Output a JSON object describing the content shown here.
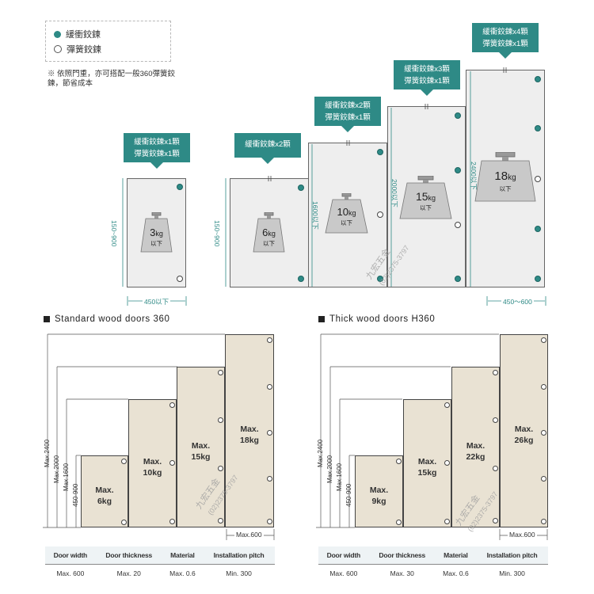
{
  "legend": {
    "soft_hinge": "緩衝鉸鍊",
    "spring_hinge": "彈簧鉸鍊",
    "note": "※ 依照門重，亦可搭配一般360彈簧鉸鍊，節省成本"
  },
  "top": {
    "doors": [
      {
        "callout_line1": "緩衝鉸鍊x1顆",
        "callout_line2": "彈簧鉸鍊x1顆",
        "weight": "3",
        "unit": "kg",
        "below": "以下"
      },
      {
        "callout_line1": "緩衝鉸鍊x2顆",
        "callout_line2": "",
        "weight": "6",
        "unit": "kg",
        "below": "以下"
      },
      {
        "callout_line1": "緩衝鉸鍊x2顆",
        "callout_line2": "彈簧鉸鍊x1顆",
        "weight": "10",
        "unit": "kg",
        "below": "以下"
      },
      {
        "callout_line1": "緩衝鉸鍊x3顆",
        "callout_line2": "彈簧鉸鍊x1顆",
        "weight": "15",
        "unit": "kg",
        "below": "以下"
      },
      {
        "callout_line1": "緩衝鉸鍊x4顆",
        "callout_line2": "彈簧鉸鍊x1顆",
        "weight": "18",
        "unit": "kg",
        "below": "以下"
      }
    ],
    "heights": [
      "150~900",
      "150~900",
      "1600以下",
      "2000以下",
      "2400以下"
    ],
    "width_left": "450以下",
    "width_right": "450～600"
  },
  "watermark": {
    "name": "九宏五金",
    "phone": "(02)2375-3797"
  },
  "standard": {
    "title": "Standard wood doors 360",
    "rulers": [
      "Max.2400",
      "Max.2000",
      "Max.1600",
      "450-900"
    ],
    "panels": [
      {
        "max": "Max.",
        "weight": "6kg"
      },
      {
        "max": "Max.",
        "weight": "10kg"
      },
      {
        "max": "Max.",
        "weight": "15kg"
      },
      {
        "max": "Max.",
        "weight": "18kg"
      }
    ],
    "width_label": "Max.600",
    "table": {
      "headers": [
        "Door width",
        "Door thickness",
        "Material",
        "Installation pitch"
      ],
      "values": [
        "Max. 600",
        "Max. 20",
        "Max. 0.6",
        "Min. 300"
      ]
    }
  },
  "thick": {
    "title": "Thick wood doors H360",
    "rulers": [
      "Max.2400",
      "Max.2000",
      "Max.1600",
      "450-900"
    ],
    "panels": [
      {
        "max": "Max.",
        "weight": "9kg"
      },
      {
        "max": "Max.",
        "weight": "15kg"
      },
      {
        "max": "Max.",
        "weight": "22kg"
      },
      {
        "max": "Max.",
        "weight": "26kg"
      }
    ],
    "width_label": "Max.600",
    "table": {
      "headers": [
        "Door width",
        "Door thickness",
        "Material",
        "Installation pitch"
      ],
      "values": [
        "Max. 600",
        "Max. 30",
        "Max. 0.6",
        "Min. 300"
      ]
    }
  },
  "colors": {
    "accent": "#2e8a86",
    "panel": "#e9e2d3",
    "door": "#eeeeee"
  }
}
